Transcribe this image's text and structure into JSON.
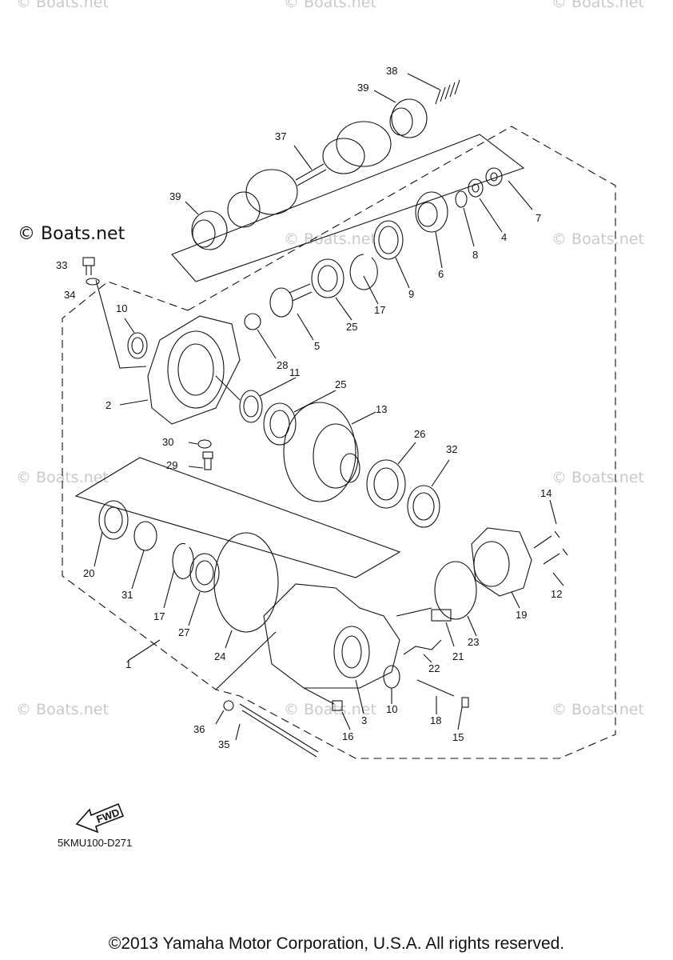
{
  "watermarks": [
    "© Boats.net",
    "© Boats.net",
    "© Boats.net",
    "© Boats.net",
    "© Boats.net",
    "© Boats.net",
    "© Boats.net",
    "© Boats.net",
    "© Boats.net",
    "© Boats.net"
  ],
  "brand_watermark": "© Boats.net",
  "fwd_label": "FWD",
  "diagram_ref": "5KMU100-D271",
  "copyright": "©2013 Yamaha Motor Corporation, U.S.A. All rights reserved.",
  "part_labels": [
    "38",
    "39",
    "37",
    "39",
    "7",
    "4",
    "8",
    "6",
    "9",
    "17",
    "25",
    "5",
    "28",
    "33",
    "34",
    "10",
    "11",
    "25",
    "13",
    "2",
    "30",
    "29",
    "26",
    "32",
    "14",
    "20",
    "31",
    "17",
    "27",
    "24",
    "19",
    "12",
    "23",
    "21",
    "22",
    "1",
    "10",
    "3",
    "16",
    "18",
    "15",
    "36",
    "35"
  ],
  "colors": {
    "ink": "#111111",
    "watermark": "#c9c9c9",
    "background": "#ffffff"
  }
}
